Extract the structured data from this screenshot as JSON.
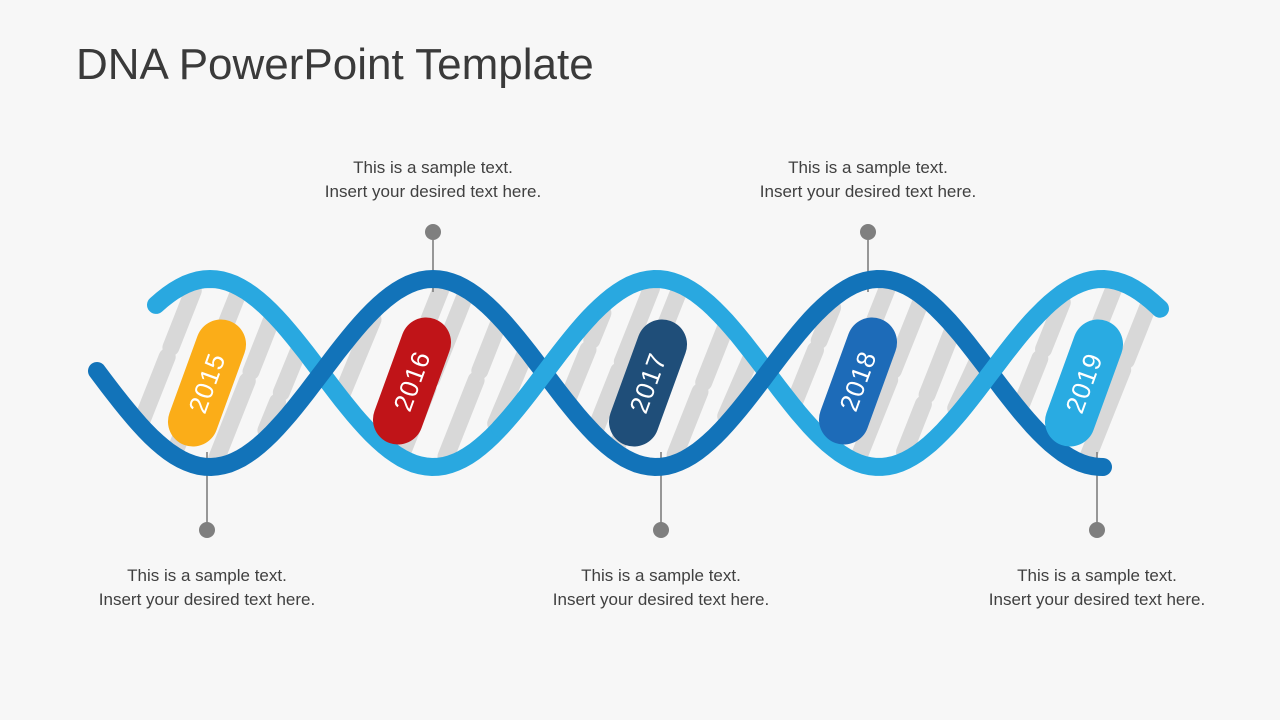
{
  "slide": {
    "title": "DNA PowerPoint Template"
  },
  "callouts": [
    {
      "id": "top-1",
      "placement": "top",
      "line1": "This is a sample text.",
      "line2": "Insert your desired text here."
    },
    {
      "id": "top-2",
      "placement": "top",
      "line1": "This is a sample text.",
      "line2": "Insert your desired text here."
    },
    {
      "id": "bottom-1",
      "placement": "bottom",
      "line1": "This is a sample text.",
      "line2": "Insert your desired text here."
    },
    {
      "id": "bottom-2",
      "placement": "bottom",
      "line1": "This is a sample text.",
      "line2": "Insert your desired text here."
    },
    {
      "id": "bottom-3",
      "placement": "bottom",
      "line1": "This is a sample text.",
      "line2": "Insert your desired text here."
    }
  ],
  "timeline": {
    "years": [
      {
        "label": "2015",
        "color": "#FBAD18"
      },
      {
        "label": "2016",
        "color": "#C01418"
      },
      {
        "label": "2017",
        "color": "#1F4E79"
      },
      {
        "label": "2018",
        "color": "#1D6BB8"
      },
      {
        "label": "2019",
        "color": "#29ABE2"
      }
    ]
  },
  "colors": {
    "background": "#F7F7F7",
    "title_text": "#3A3A3A",
    "callout_text": "#404040",
    "strand_dark": "#1273B9",
    "strand_light": "#29A8E0",
    "rung": "#D8D8D8",
    "connector": "#7F7F7F",
    "year_text": "#FFFFFF"
  }
}
